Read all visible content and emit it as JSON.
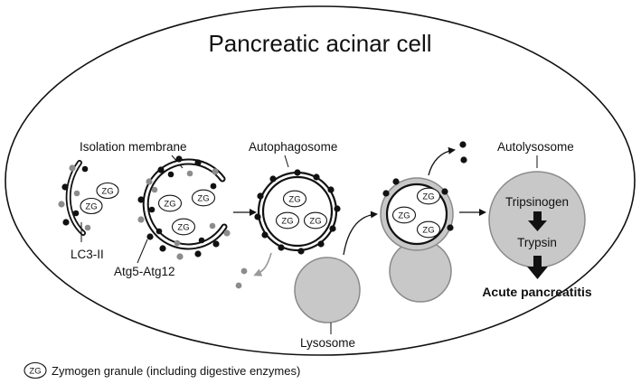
{
  "title": "Pancreatic acinar cell",
  "labels": {
    "isolation_membrane": "Isolation membrane",
    "lc3": "LC3-II",
    "atg": "Atg5-Atg12",
    "autophagosome": "Autophagosome",
    "lysosome": "Lysosome",
    "autolysosome": "Autolysosome",
    "tripsinogen": "Tripsinogen",
    "trypsin": "Trypsin",
    "outcome": "Acute pancreatitis"
  },
  "granule_label": "ZG",
  "legend": {
    "symbol": "ZG",
    "text": "Zymogen granule (including digestive enzymes)"
  },
  "colors": {
    "ink": "#111111",
    "cell_fill": "#ffffff",
    "vesicle_gray": "#c8c8c8",
    "vesicle_stroke": "#8a8a8a",
    "grey_dot": "#8c8c8c"
  }
}
